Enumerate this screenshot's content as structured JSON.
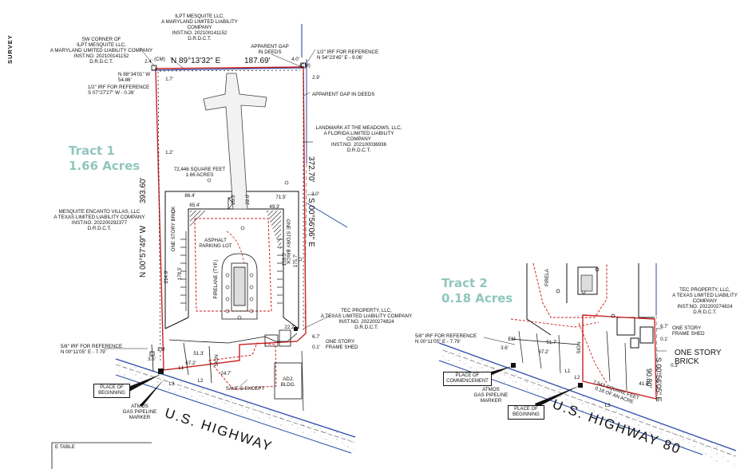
{
  "header": {
    "section": "SURVEY"
  },
  "tracts": {
    "t1": {
      "name": "Tract 1",
      "acres": "1.66 Acres"
    },
    "t2": {
      "name": "Tract 2",
      "acres": "0.18 Acres"
    }
  },
  "colors": {
    "tract_label": "#8fc7bd",
    "boundary": "#cc2222",
    "road_line": "#2a4aa8",
    "linework": "#111111"
  },
  "left": {
    "north_owner": "ILPT MESQUITE LLC,\nA MARYLAND LIMITED LIABILITY COMPANY\nINST.NO. 202100141152\nD.R.D.C.T.",
    "sw_corner": "SW CORNER OF\nILPT MESQUITE LLC,\nA MARYLAND LIMITED LIABILITY COMPANY\nINST.NO. 202100141152\nD.R.D.C.T.",
    "cm_left": "(CM)",
    "cm_right": "(CM)",
    "bearing_north": "N 89°13'32\" E",
    "dist_north": "187.69'",
    "gap_north_top": "APPARENT GAP\nIN DEEDS",
    "dim_4": "4.0'",
    "irf_ref_ne": "1/2\" IRF FOR REFERENCE\nN 54°23'45\" E - 9.06'",
    "dim_24": "2.4'",
    "n88": "N 88°34'01\" W\n54.86'",
    "dim_17": "1.7'",
    "irf_ref_nw": "1/2\" IRF FOR REFERENCE\nS 07°27'27\" W - 0.26'",
    "dim_29": "2.9'",
    "gap_east": "APPARENT GAP IN DEEDS",
    "landmark": "LANDMARK AT THE MEADOWS, LLC,\nA FLORIDA LIMITED LIABILITY COMPANY\nINST.NO. 202100036936\nD.R.D.C.T.",
    "dim_12": "1.2'",
    "bearing_west": "N 00°57'49\" W",
    "dist_west": "393.60'",
    "bearing_east": "S 00°56'06\" E",
    "dist_east": "372.70'",
    "area": "72,446 SQUARE FEET\n1.66 ACRES",
    "dim_30": "3.0'",
    "d864": "86.4'",
    "d654": "65.4'",
    "d203": "20.3'",
    "d220": "22.0'",
    "d493": "49.3'",
    "d715": "71.5'",
    "mesquite": "MESQUITE ENCANTO VILLAS, LLC\nA TEXAS LIMITED LIABILITY COMPANY\nINST.NO. 202200292377\nD.R.D.C.T.",
    "brick_w": "ONE STORY BRICK",
    "brick_e": "ONE STORY BRICK",
    "asphalt": "ASPHALT\nPARKING LOT",
    "firelane": "FIRELANE (TYP.)",
    "d2149": "214.9'",
    "d1785": "178.5'",
    "d1535": "153.5'",
    "d1757": "175.7'",
    "tec": "TEC PROPERTY, LLC,\nA TEXAS LIMITED LIABILITY COMPANY\nINST.NO. 202200274824\nD.R.D.C.T.",
    "d222": "22.2'",
    "d67": "6.7'",
    "d01": "0.1'",
    "frame_shed": "ONE STORY\nFRAME SHED",
    "irf_58": "5/8\" IRF FOR REFERENCE\nN 00°11'05\" E - 7.79'",
    "em": "EM",
    "d36": "3.6'",
    "d513": "51.3'",
    "d672": "67.2'",
    "d247": "24.7'",
    "sign": "SIGN",
    "save_except": "SAVE & EXCEPT",
    "adj_bldg": "ADJ.\nBLDG.",
    "l1": "L1",
    "l2": "L2",
    "l3": "L3",
    "pob": "PLACE OF\nBEGINNING",
    "atmos": "ATMOS\nGAS PIPELINE\nMARKER",
    "hwy": "U.S. HIGHWAY",
    "table": "E TABLE"
  },
  "right": {
    "tec": "TEC PROPERTY, LLC,\nA TEXAS LIMITED LIABILITY COMPANY\nINST.NO. 202200274824\nD.R.D.C.T.",
    "d67": "6.7'",
    "frame_shed": "ONE STORY\nFRAME SHED",
    "d01": "0.1'",
    "brick": "ONE STORY\nBRICK",
    "d03": "0.3'",
    "bearing_east": "S 00°56'05\" E",
    "dist_east": "90.80'",
    "irf_58": "5/8\" IRF FOR REFERENCE\nN 00°11'05\" E - 7.79'",
    "em": "EM",
    "d36": "3.6'",
    "d517": "51.7'",
    "d672": "67.2'",
    "sign": "SIGN",
    "area": "7,943 SQUARE FEET\n0.18 OF AN ACRE",
    "d418": "41.8'",
    "poc": "PLACE OF\nCOMMENCEMENT",
    "atmos": "ATMOS\nGAS PIPELINE\nMARKER",
    "pob": "PLACE OF\nBEGINNING",
    "l1": "L1",
    "l2": "L2",
    "l3": "L3",
    "firelane": "FIRELA",
    "hwy": "U.S. HIGHWAY 80"
  }
}
